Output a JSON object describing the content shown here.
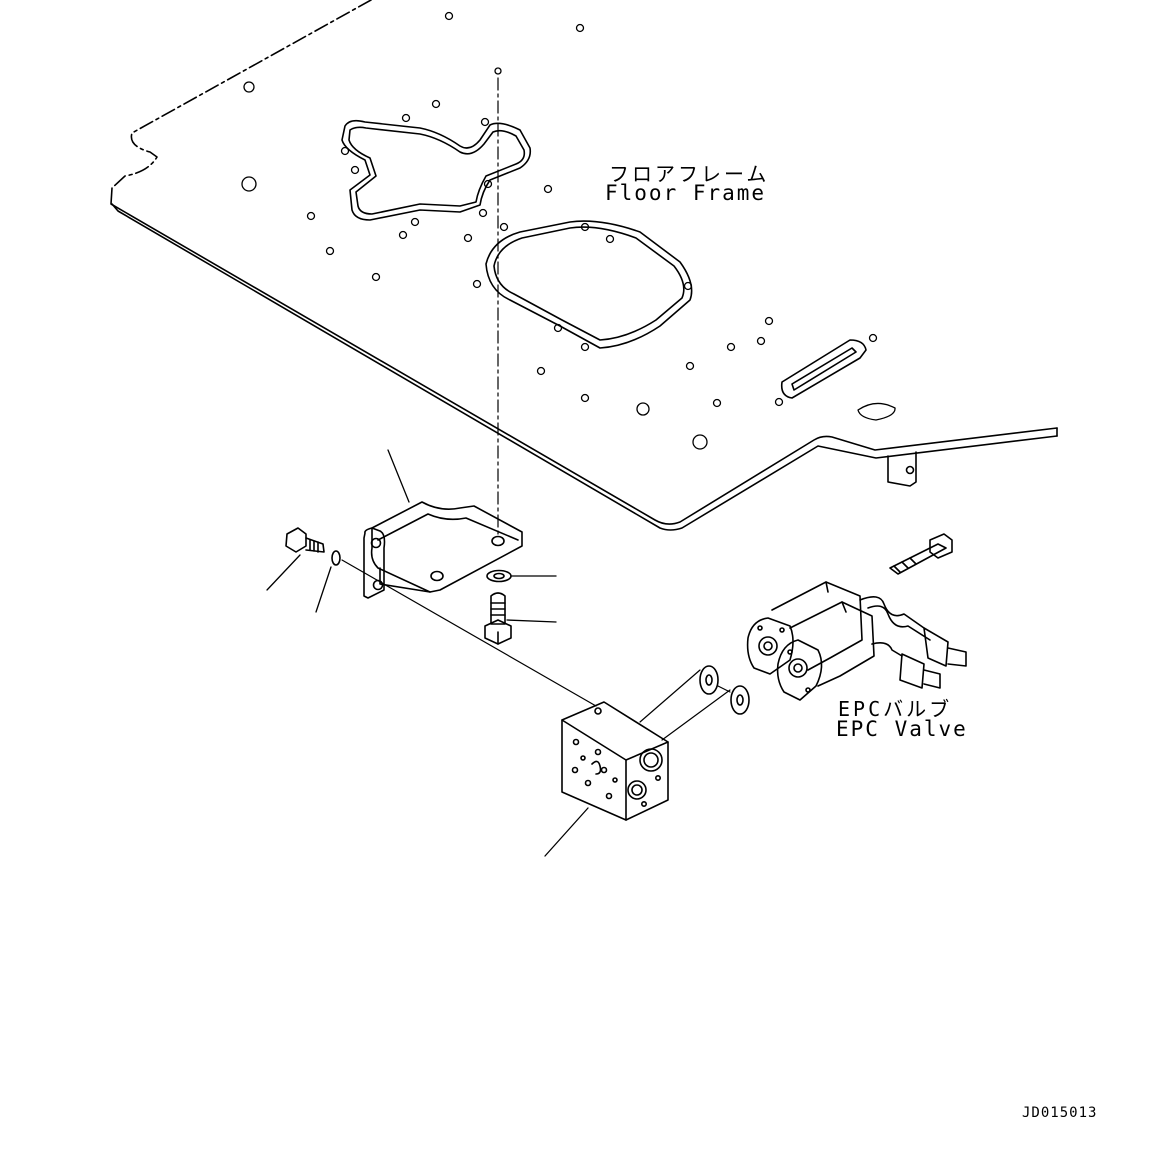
{
  "labels": {
    "floor_frame_jp": "フロアフレーム",
    "floor_frame_en": "Floor Frame",
    "epc_valve_jp": "EPCバルブ",
    "epc_valve_en": "EPC Valve",
    "drawing_code": "JD015013"
  },
  "colors": {
    "line": "#000000",
    "background": "#ffffff"
  }
}
